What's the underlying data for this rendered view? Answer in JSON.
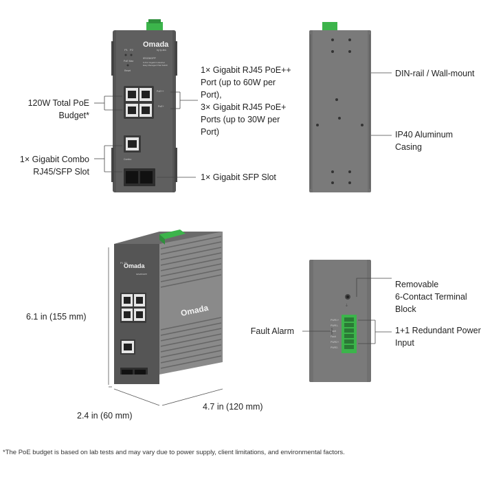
{
  "front": {
    "brand": "Omada",
    "brand_sub": "by tp-link",
    "p1": "P1",
    "p2": "P2",
    "poe_max": "PoE Max",
    "reset": "Reset",
    "model": "IES206GPP",
    "desc1": "6-Port Gigabit Industrial",
    "desc2": "Easy Managed PoE Switch",
    "poe_pp": "PoE++",
    "poe_p": "PoE+",
    "combo": "Combo"
  },
  "labels": {
    "poe_budget": [
      "120W Total PoE",
      "Budget*"
    ],
    "poe_ports": [
      "1× Gigabit RJ45 PoE++",
      "Port (up to 60W per",
      "Port),",
      "3× Gigabit RJ45 PoE+",
      "Ports (up to 30W per",
      "Port)"
    ],
    "combo": [
      "1× Gigabit Combo",
      "RJ45/SFP Slot"
    ],
    "sfp": "1× Gigabit SFP Slot",
    "din": "DIN-rail / Wall-mount",
    "casing": [
      "IP40 Aluminum",
      "Casing"
    ],
    "height": "6.1 in (155 mm)",
    "depth": "2.4 in (60 mm)",
    "width": "4.7 in (120 mm)",
    "terminal": [
      "Removable",
      "6-Contact Terminal",
      "Block"
    ],
    "fault": "Fault Alarm",
    "power": [
      "1+1 Redundant Power",
      "Input"
    ]
  },
  "terminal_labels": [
    "PWR1+",
    "PWR1-",
    "Fault",
    "Fault",
    "PWR2+",
    "PWR2-"
  ],
  "footnote": "*The PoE budget is based on lab tests and may vary due to power supply, client limitations, and environmental factors.",
  "colors": {
    "case": "#5e5e5e",
    "case_dark": "#444444",
    "terminal_green": "#3cb44b"
  }
}
